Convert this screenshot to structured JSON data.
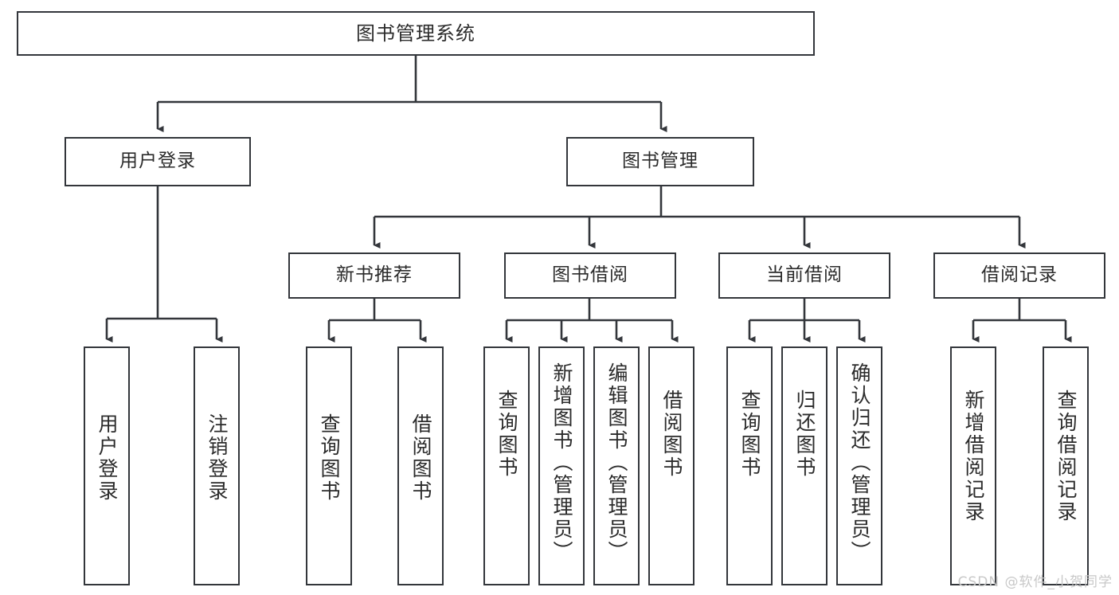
{
  "diagram": {
    "title": "图书管理系统",
    "watermark": "CSDN @软件_小贺同学",
    "root": {
      "label": "图书管理系统"
    },
    "level1": [
      {
        "id": "user-login",
        "label": "用户登录"
      },
      {
        "id": "book-management",
        "label": "图书管理"
      }
    ],
    "level2": [
      {
        "id": "new-book-recommend",
        "label": "新书推荐"
      },
      {
        "id": "book-borrow",
        "label": "图书借阅"
      },
      {
        "id": "current-borrow",
        "label": "当前借阅"
      },
      {
        "id": "borrow-record",
        "label": "借阅记录"
      }
    ],
    "leaves": {
      "user_login": [
        {
          "id": "leaf-user-login",
          "label": "用户登录"
        },
        {
          "id": "leaf-logout-login",
          "label": "注销登录"
        }
      ],
      "new_book_recommend": [
        {
          "id": "leaf-query-book-1",
          "label": "查询图书"
        },
        {
          "id": "leaf-borrow-book-1",
          "label": "借阅图书"
        }
      ],
      "book_borrow": [
        {
          "id": "leaf-query-book-2",
          "label": "查询图书"
        },
        {
          "id": "leaf-add-book",
          "label": "新增图书（管理员）"
        },
        {
          "id": "leaf-edit-book",
          "label": "编辑图书（管理员）"
        },
        {
          "id": "leaf-borrow-book-2",
          "label": "借阅图书"
        }
      ],
      "current_borrow": [
        {
          "id": "leaf-query-book-3",
          "label": "查询图书"
        },
        {
          "id": "leaf-return-book",
          "label": "归还图书"
        },
        {
          "id": "leaf-confirm-return",
          "label": "确认归还（管理员）"
        }
      ],
      "borrow_record": [
        {
          "id": "leaf-add-record",
          "label": "新增借阅记录"
        },
        {
          "id": "leaf-query-record",
          "label": "查询借阅记录"
        }
      ]
    },
    "colors": {
      "border": "#33363b",
      "text": "#2b2b2b",
      "background": "#ffffff",
      "watermark": "#c8c8c8"
    }
  }
}
